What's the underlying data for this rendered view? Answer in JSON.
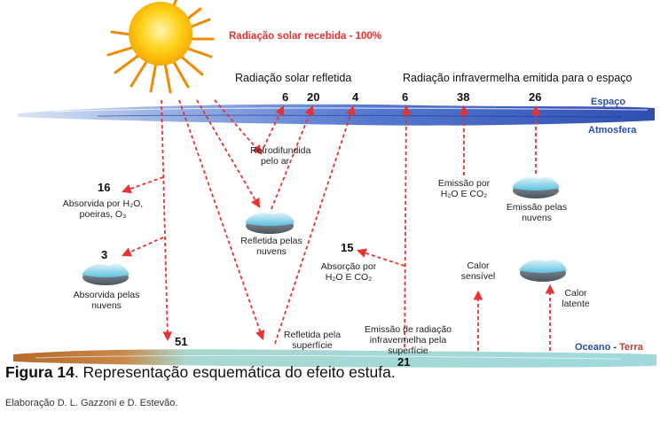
{
  "labels": {
    "solar_received": "Radiação solar recebida - 100%",
    "solar_reflected": "Radiação solar refletida",
    "infrared_emitted": "Radiação infravermelha emitida para o espaço",
    "space": "Espaço",
    "atmosphere": "Atmosfera",
    "backscattered": "Retrodifundida pelo ar",
    "absorbed_gases": "Absorvida por H₂O, poeiras, O₃",
    "reflected_clouds": "Refletida pelas nuvens",
    "absorbed_clouds": "Absorvida pelas nuvens",
    "absorption": "Absorção por H₂O E CO₂",
    "emission_gases": "Emissão por H₂O E CO₂",
    "emission_clouds": "Emissão pelas nuvens",
    "sensible_heat": "Calor sensível",
    "latent_heat": "Calor latente",
    "reflected_surface": "Refletida pela superfície",
    "infrared_emission": "Emissão de radiação infravermelha pela superfície",
    "ocean": "Oceano",
    "dash": " - ",
    "land": "Terra"
  },
  "values": {
    "reflected_air": "6",
    "reflected_clouds": "20",
    "reflected_surface": "4",
    "ir_surface_space": "6",
    "ir_gases_space": "38",
    "ir_clouds_space": "26",
    "absorbed_gases": "16",
    "absorbed_clouds": "3",
    "absorbed_ir": "15",
    "absorbed_surface": "51",
    "emitted_surface": "21"
  },
  "caption": {
    "figure": "Figura 14",
    "text": ". Representação esquemática do efeito estufa.",
    "credit": "Elaboração D. L. Gazzoni e D. Estevão."
  },
  "colors": {
    "arrow": "#e8332f",
    "atmosphere_band": "#3a5fc0",
    "ocean": "#9ed6d6",
    "land": "#b86d2e",
    "sun": "#ffd21a",
    "label_red": "#e63232",
    "label_blue": "#2a4fa8"
  }
}
